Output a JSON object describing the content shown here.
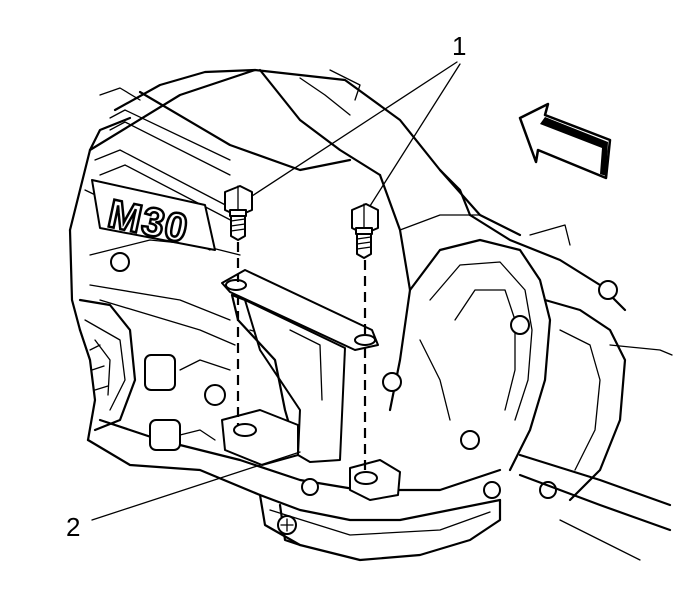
{
  "callouts": {
    "bolts": "1",
    "bracket": "2"
  },
  "casting_marking": "M30",
  "icons": {
    "direction_arrow": "front-direction-arrow-icon"
  },
  "colors": {
    "line": "#000000",
    "background": "#ffffff"
  }
}
